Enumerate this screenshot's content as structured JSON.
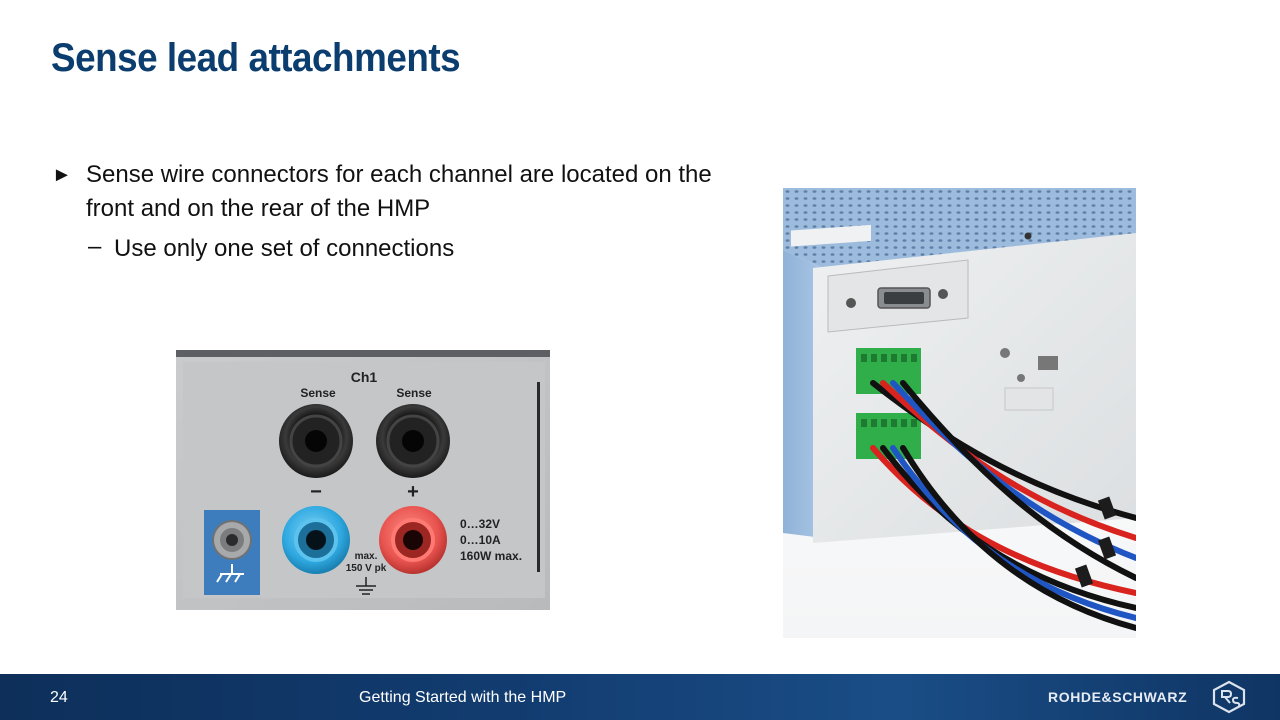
{
  "slide": {
    "title": "Sense lead attachments",
    "bullets": [
      {
        "marker": "►",
        "text": "Sense wire connectors for each channel are located on the front and on the rear of the HMP"
      },
      {
        "marker": "–",
        "text": "Use only one set of connections"
      }
    ]
  },
  "front_panel": {
    "channel_label": "Ch1",
    "sense_left": "Sense",
    "sense_right": "Sense",
    "minus": "−",
    "plus": "+",
    "rating_line1": "0…32V",
    "rating_line2": "0…10A",
    "rating_line3": "160W max.",
    "max_line1": "max.",
    "max_line2": "150 V pk"
  },
  "footer": {
    "page_number": "24",
    "title": "Getting Started with the HMP",
    "brand": "ROHDE&SCHWARZ"
  },
  "colors": {
    "title": "#0b3d6e",
    "footer_bg": "#123c70",
    "terminal_blue": "#2ea8e0",
    "terminal_red": "#e8534f",
    "connector_green": "#2fae4a"
  }
}
